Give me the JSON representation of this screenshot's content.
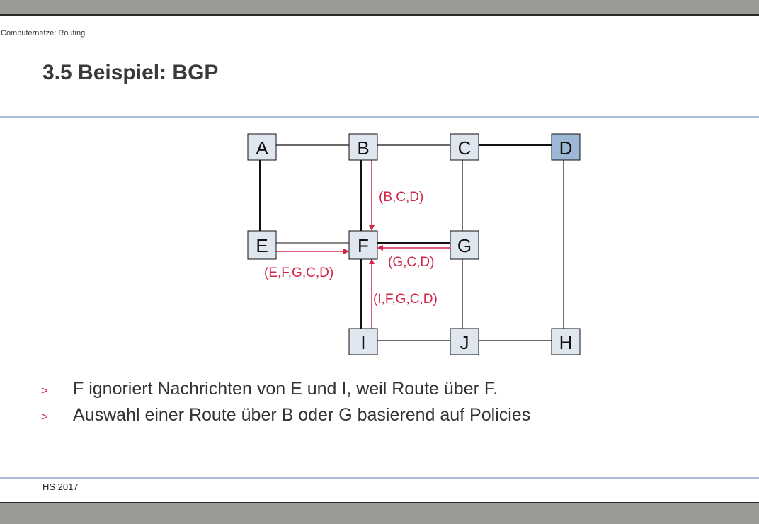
{
  "header": {
    "breadcrumb": "Computernetze: Routing"
  },
  "slide": {
    "title": "3.5 Beispiel: BGP"
  },
  "diagram": {
    "nodes": {
      "A": {
        "label": "A"
      },
      "B": {
        "label": "B"
      },
      "C": {
        "label": "C"
      },
      "D": {
        "label": "D",
        "highlighted": true
      },
      "E": {
        "label": "E"
      },
      "F": {
        "label": "F"
      },
      "G": {
        "label": "G"
      },
      "I": {
        "label": "I"
      },
      "J": {
        "label": "J"
      },
      "H": {
        "label": "H"
      }
    },
    "routes": {
      "b_to_f": "(B,C,D)",
      "g_to_f": "(G,C,D)",
      "e_to_f": "(E,F,G,C,D)",
      "i_to_f": "(I,F,G,C,D)"
    },
    "colors": {
      "node_fill": "#dfe6ef",
      "highlight_fill": "#9db7d6",
      "route": "#d0264a",
      "edge": "#111111"
    }
  },
  "bullets": [
    {
      "marker": ">",
      "text": "F ignoriert Nachrichten von E und I, weil Route über F."
    },
    {
      "marker": ">",
      "text": "Auswahl einer Route über B oder G basierend auf Policies"
    }
  ],
  "footer": {
    "text": "HS 2017"
  }
}
